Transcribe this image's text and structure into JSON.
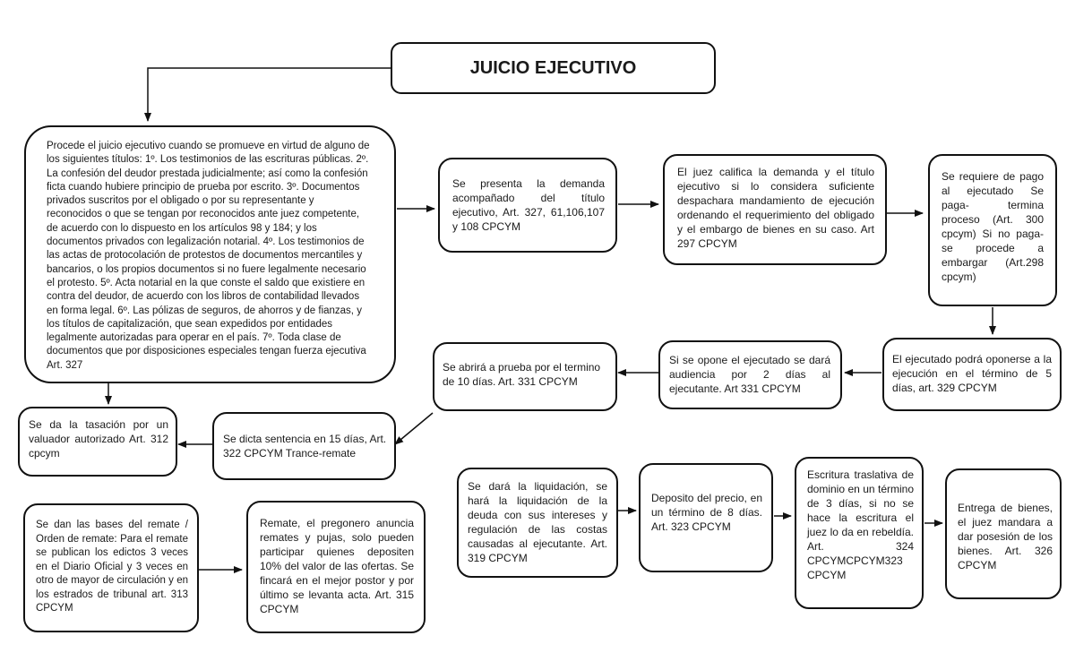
{
  "title": "JUICIO EJECUTIVO",
  "nodes": {
    "procede": "Procede el juicio ejecutivo cuando se promueve en virtud de alguno de los siguientes títulos: 1º. Los testimonios de las escrituras públicas. 2º. La confesión del deudor prestada judicialmente; así como la confesión ficta cuando hubiere principio de prueba por escrito. 3º. Documentos privados suscritos por el obligado o por su representante y reconocidos o que se tengan por reconocidos ante juez competente, de acuerdo con lo dispuesto en los artículos 98 y 184; y los documentos privados con legalización notarial. 4º. Los testimonios de las actas de protocolación de protestos de documentos mercantiles y bancarios, o los propios documentos si no fuere legalmente necesario el protesto. 5º. Acta notarial en la que conste el saldo que existiere en contra del deudor, de acuerdo con los libros de contabilidad llevados en forma legal. 6º. Las pólizas de seguros, de ahorros y de fianzas, y los títulos de capitalización, que sean expedidos por entidades legalmente autorizadas para operar en el país. 7º. Toda clase de documentos que por disposiciones especiales tengan fuerza ejecutiva Art. 327",
    "presenta": "Se presenta la demanda acompañado del título ejecutivo, Art. 327, 61,106,107 y 108 CPCYM",
    "califica": "El juez califica la demanda y el título ejecutivo si lo considera suficiente despachara mandamiento de ejecución ordenando el requerimiento del obligado y el embargo de bienes en su caso. Art 297 CPCYM",
    "requiere": "Se requiere de pago al ejecutado Se paga- termina proceso (Art. 300 cpcym) Si no paga- se procede a embargar (Art.298 cpcym)",
    "oponerse": "El ejecutado podrá oponerse a la ejecución en el término de 5 días, art. 329 CPCYM",
    "audiencia": "Si se opone el ejecutado se dará audiencia por 2 días al ejecutante. Art 331 CPCYM",
    "prueba": "Se abrirá a prueba por el termino de 10 días. Art. 331 CPCYM",
    "sentencia": "Se dicta sentencia en 15 días, Art. 322 CPCYM Trance-remate",
    "tasacion": "Se da la tasación por un valuador autorizado Art. 312 cpcym",
    "bases": "Se dan las bases del remate / Orden de remate: Para el remate se publican los edictos 3 veces en el Diario Oficial y 3 veces en otro de mayor de circulación y en los estrados de tribunal art. 313 CPCYM",
    "remate": "Remate, el pregonero anuncia remates y pujas, solo pueden participar quienes depositen 10% del valor de las ofertas. Se fincará en el mejor postor y por último se levanta acta. Art. 315 CPCYM",
    "liquidacion": "Se dará la liquidación, se hará la liquidación de la deuda con sus intereses y regulación de las costas causadas al ejecutante. Art. 319 CPCYM",
    "deposito": "Deposito del precio, en un término de 8 días. Art. 323 CPCYM",
    "escritura": "Escritura traslativa de dominio en un término de 3 días, si no se hace la escritura el juez lo da en rebeldía. Art. 324 CPCYMCPCYM323 CPCYM",
    "entrega": "Entrega de bienes, el juez mandara a dar posesión de los bienes. Art. 326 CPCYM"
  },
  "colors": {
    "border": "#111111",
    "background": "#ffffff",
    "text": "#1a1a1a"
  }
}
